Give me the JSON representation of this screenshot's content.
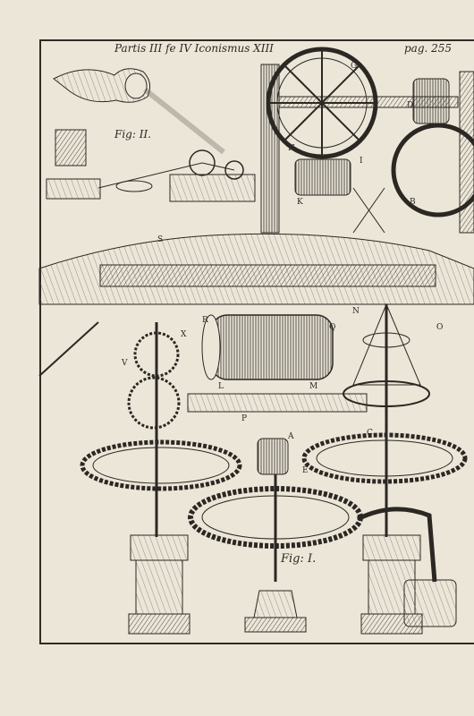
{
  "header": {
    "title": "Partis III fe IV Iconismus XIII",
    "page": "pag. 255"
  },
  "figure_labels": {
    "fig2": "Fig: II.",
    "fig1": "Fig: I."
  },
  "letters": [
    "F",
    "G",
    "D",
    "H",
    "I",
    "K",
    "S",
    "B",
    "E",
    "R",
    "Q",
    "X",
    "V",
    "L",
    "M",
    "N",
    "O",
    "P",
    "C",
    "A"
  ]
}
